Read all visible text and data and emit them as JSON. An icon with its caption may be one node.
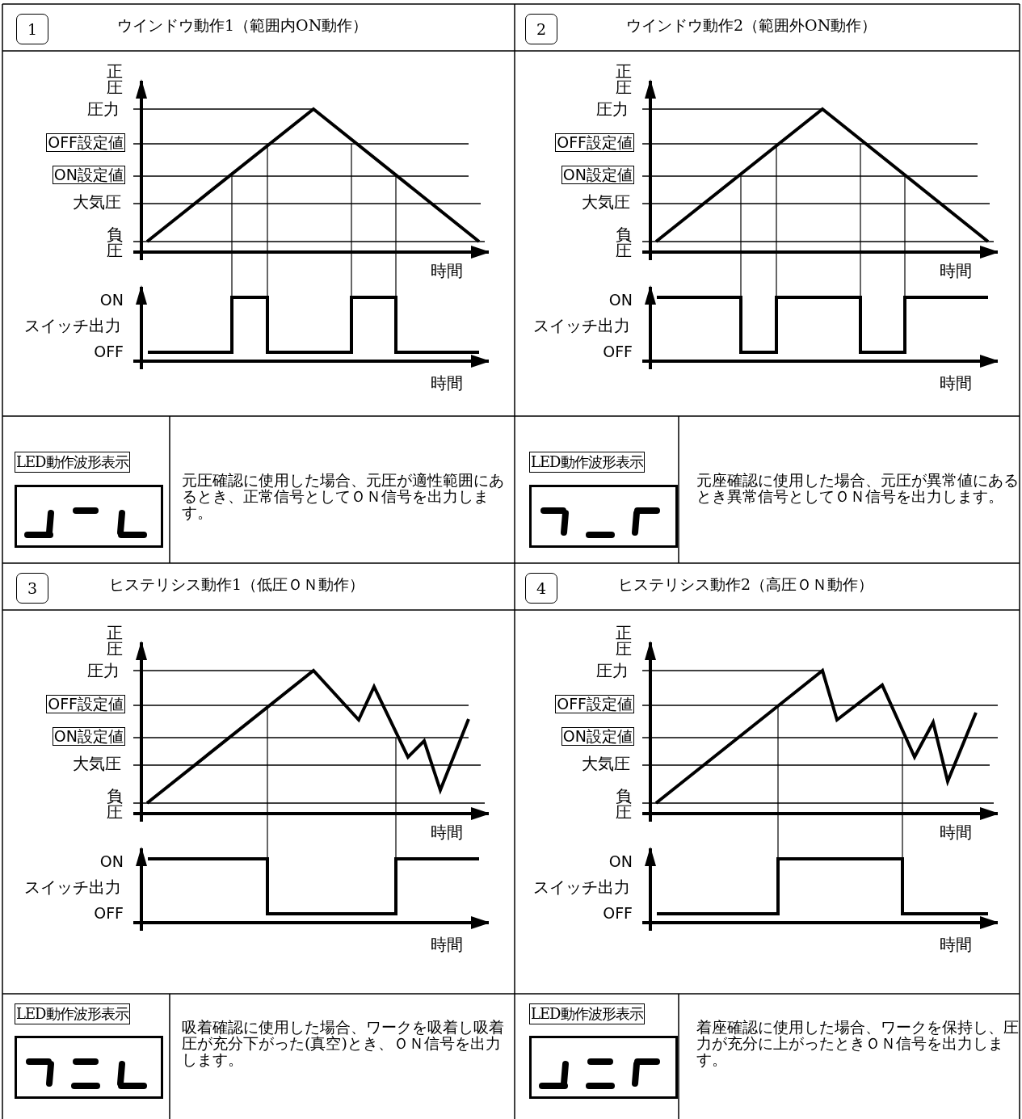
{
  "diagram": {
    "labels": [
      "1",
      "ウインドウ動作1（範囲内ON動作）",
      "2",
      "ウインドウ動作2（範囲外ON動作）",
      "正圧",
      "圧力",
      "OFF設定値",
      "ON設定値",
      "大気圧",
      "負圧",
      "時間",
      "ON",
      "スイッチ出力",
      "OFF",
      "時間",
      "正圧",
      "圧力",
      "OFF設定値",
      "ON設定値",
      "大気圧",
      "負圧",
      "時間",
      "ON",
      "スイッチ出力",
      "OFF",
      "時間",
      "LED動作波形表示",
      "元圧確認に使用した場合、元圧が適性範囲にあるとき、正常信号としてＯＮ信号を出力します。",
      "LED動作波形表示",
      "元座確認に使用した場合、元圧が異常値にあるとき異常信号としてＯＮ信号を出力します。",
      "3",
      "ヒステリシス動作1（低圧ＯＮ動作）",
      "4",
      "ヒステリシス動作2（高圧ＯＮ動作）",
      "正圧",
      "圧力",
      "OFF設定値",
      "ON設定値",
      "大気圧",
      "負圧",
      "時間",
      "ON",
      "スイッチ出力",
      "OFF",
      "時間",
      "正圧",
      "圧力",
      "OFF設定値",
      "ON設定値",
      "大気圧",
      "負圧",
      "時間",
      "ON",
      "スイッチ出力",
      "OFF",
      "時間",
      "LED動作波形表示",
      "吸着確認に使用した場合、ワークを吸着し吸着圧が充分下がった(真空)とき、ＯＮ信号を出力します。",
      "LED動作波形表示",
      "着座確認に使用した場合、ワークを保持し、圧力が充分に上がったときＯＮ信号を出力します。"
    ]
  }
}
